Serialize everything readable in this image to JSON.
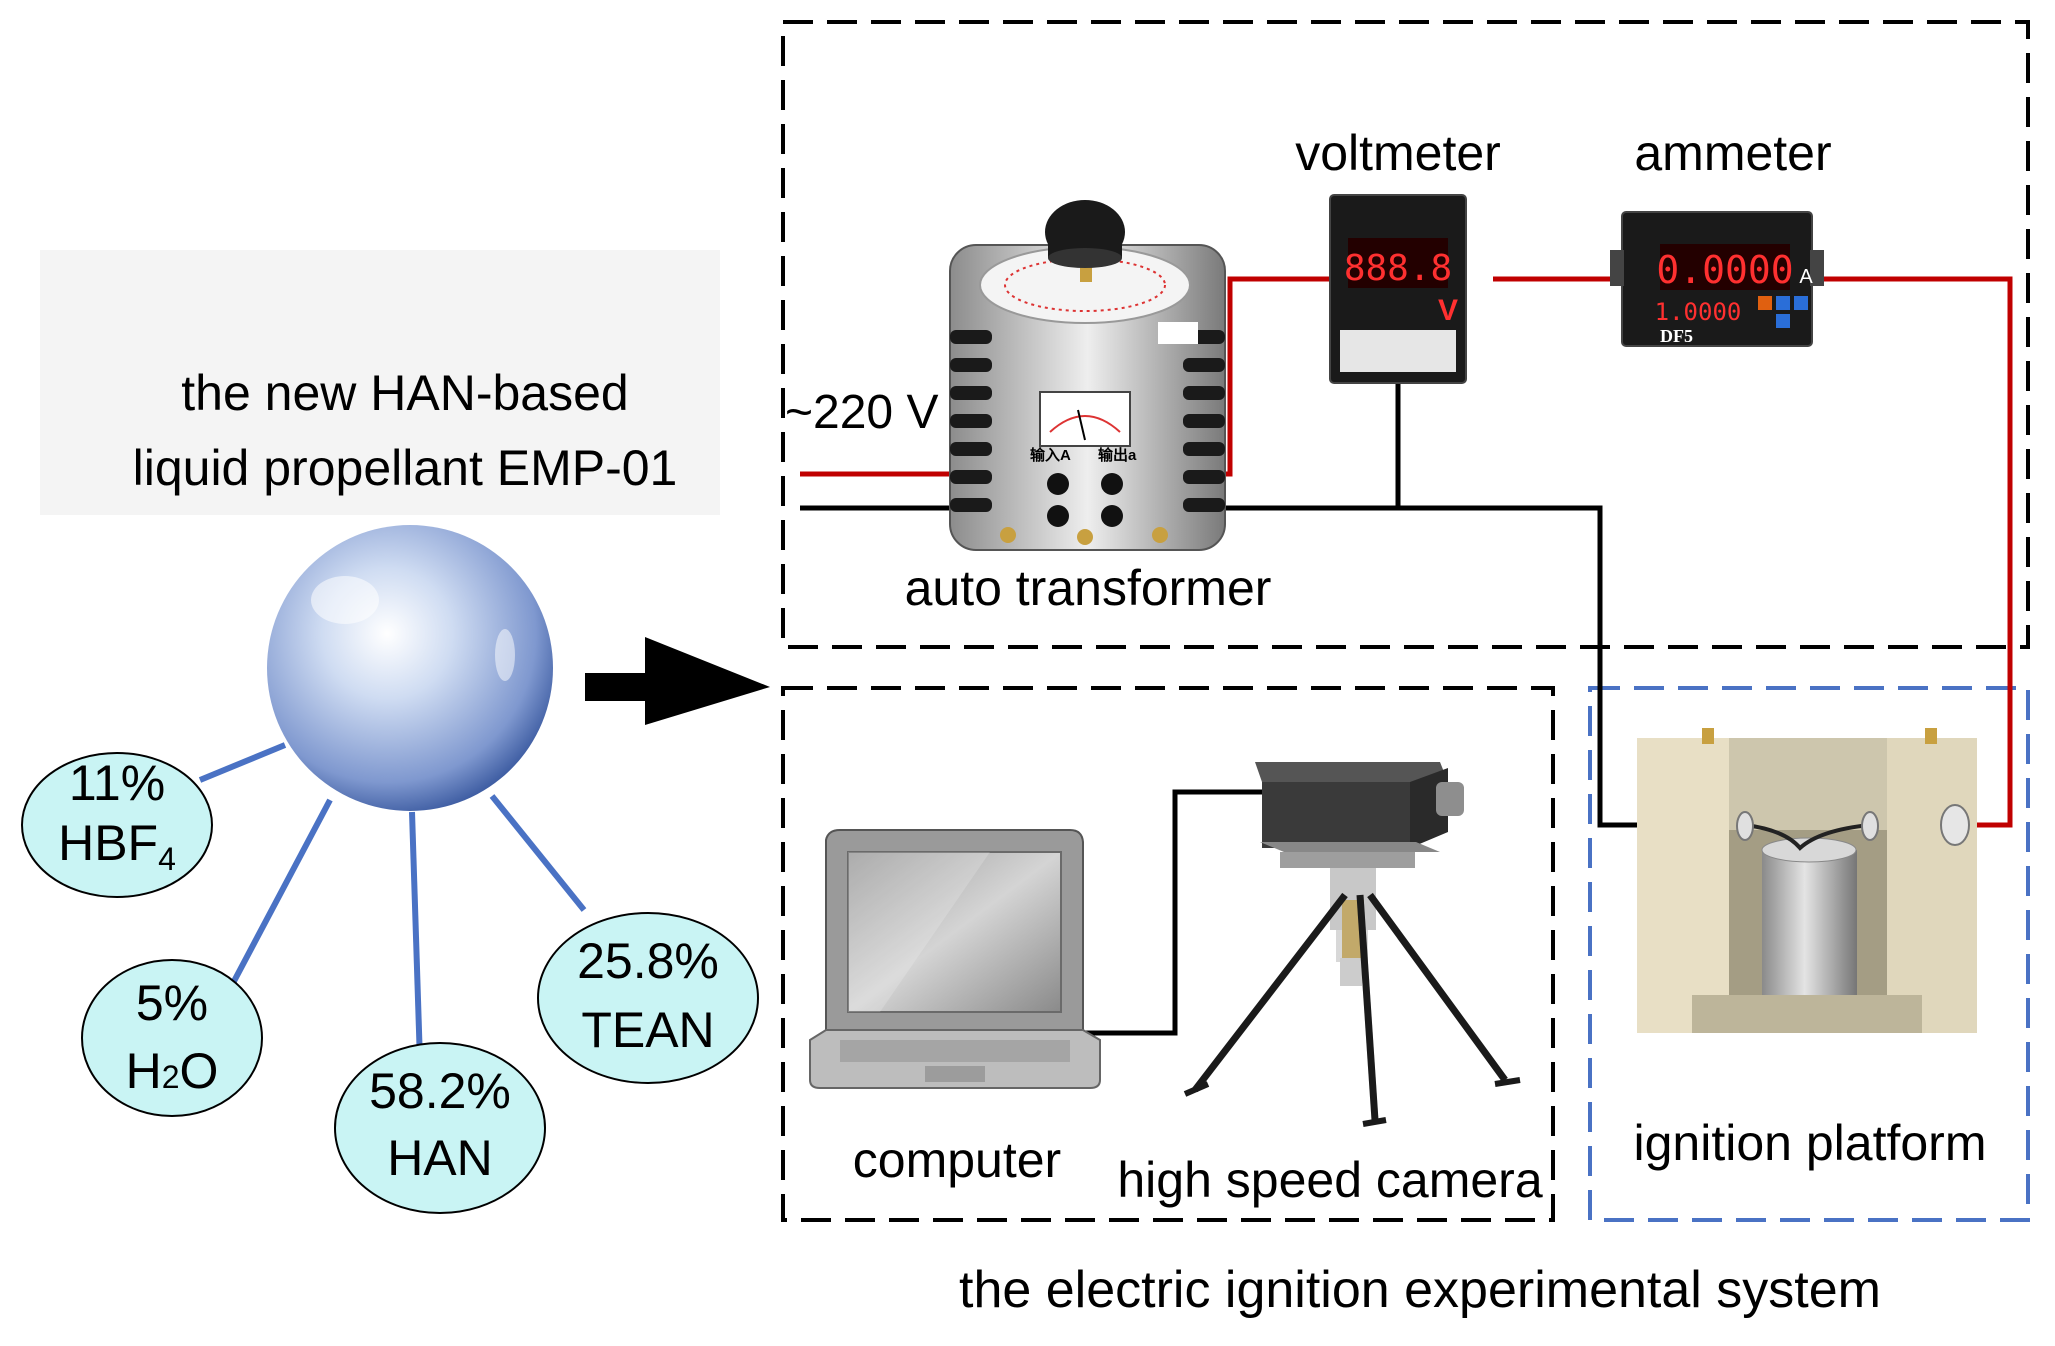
{
  "propellant": {
    "title_line1": "the new HAN-based",
    "title_line2": "liquid propellant EMP-01",
    "components": {
      "hbf4": {
        "pct": "11%",
        "formula": "HBF",
        "sub": "4"
      },
      "h2o": {
        "pct": "5%",
        "formula_pre": "H",
        "sub": "2",
        "formula_post": "O"
      },
      "han": {
        "pct": "58.2%",
        "name": "HAN"
      },
      "tean": {
        "pct": "25.8%",
        "name": "TEAN"
      }
    }
  },
  "power_source": "~220 V",
  "devices": {
    "auto_transformer": "auto transformer",
    "auto_transformer_input": "输入A",
    "auto_transformer_output": "输出a",
    "voltmeter": "voltmeter",
    "voltmeter_reading": "888.8",
    "voltmeter_unit": "V",
    "ammeter": "ammeter",
    "ammeter_reading": "0.0000",
    "ammeter_sub_reading": "1.0000",
    "ammeter_unit": "A",
    "ammeter_model": "DF5",
    "computer": "computer",
    "camera": "high speed camera",
    "platform": "ignition platform"
  },
  "system_caption": "the electric ignition experimental system",
  "colors": {
    "bubble_fill": "#c9f4f4",
    "connector_blue": "#4a72c4",
    "wire_red": "#c00000",
    "wire_black": "#000000",
    "platform_box": "#4a72c4"
  }
}
